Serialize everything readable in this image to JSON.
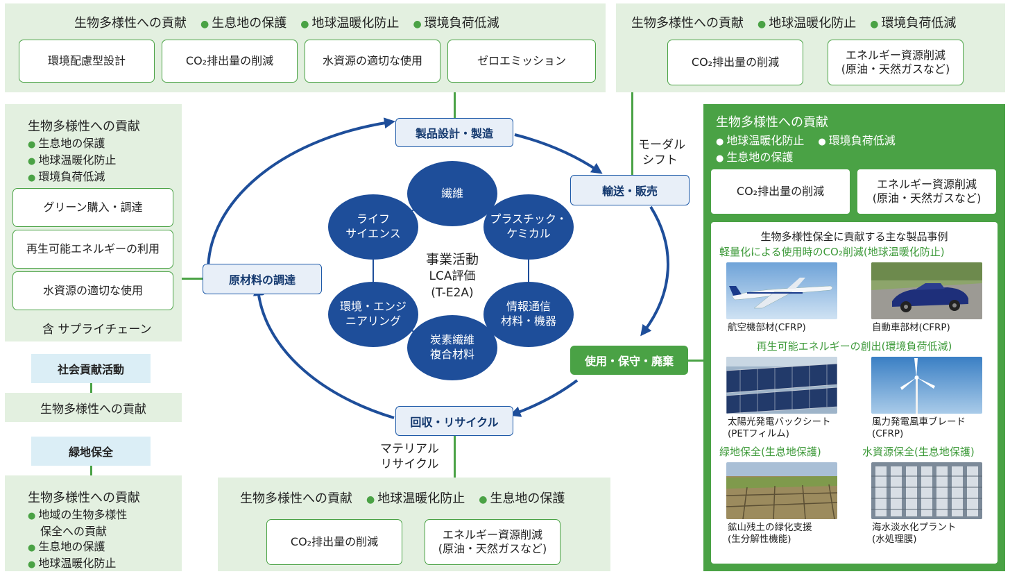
{
  "common": {
    "biodiversity": "生物多様性への貢献",
    "habitat": "生息地の保護",
    "warming": "地球温暖化防止",
    "env_load": "環境負荷低減",
    "co2": "CO₂排出量の削減",
    "energy_line1": "エネルギー資源削減",
    "energy_line2": "(原油・天然ガスなど)",
    "water": "水資源の適切な使用"
  },
  "top_left": {
    "boxes": [
      "環境配慮型設計",
      "CO₂排出量の削減",
      "水資源の適切な使用",
      "ゼロエミッション"
    ]
  },
  "left_panel": {
    "boxes": [
      "グリーン購入・調達",
      "再生可能エネルギーの利用",
      "水資源の適切な使用"
    ],
    "footer": "含 サプライチェーン"
  },
  "social": {
    "label": "社会貢献活動",
    "text": "生物多様性への貢献"
  },
  "greenland": {
    "label": "緑地保全",
    "bullet_1a": "地域の生物多様性",
    "bullet_1b": "保全への貢献"
  },
  "stages": {
    "design": "製品設計・製造",
    "transport": "輸送・販売",
    "use": "使用・保守・廃棄",
    "recycle": "回収・リサイクル",
    "procure": "原材料の調達"
  },
  "modal": {
    "line1": "モーダル",
    "line2": "シフト"
  },
  "material": {
    "line1": "マテリアル",
    "line2": "リサイクル"
  },
  "center": {
    "line1": "事業活動",
    "line2": "LCA評価",
    "line3": "(T-E2A)"
  },
  "circles": [
    {
      "l1": "繊維",
      "l2": ""
    },
    {
      "l1": "プラスチック・",
      "l2": "ケミカル"
    },
    {
      "l1": "情報通信",
      "l2": "材料・機器"
    },
    {
      "l1": "炭素繊維",
      "l2": "複合材料"
    },
    {
      "l1": "環境・エンジ",
      "l2": "ニアリング"
    },
    {
      "l1": "ライフ",
      "l2": "サイエンス"
    }
  ],
  "products": {
    "title": "生物多様性保全に貢献する主な製品事例",
    "sec1": "軽量化による使用時のCO₂削減(地球温暖化防止)",
    "sec2": "再生可能エネルギーの創出(環境負荷低減)",
    "sec3a": "緑地保全(生息地保護)",
    "sec3b": "水資源保全(生息地保護)",
    "items": [
      {
        "l1": "航空機部材(CFRP)",
        "l2": ""
      },
      {
        "l1": "自動車部材(CFRP)",
        "l2": ""
      },
      {
        "l1": "太陽光発電バックシート",
        "l2": "(PETフィルム)"
      },
      {
        "l1": "風力発電風車ブレード",
        "l2": "(CFRP)"
      },
      {
        "l1": "鉱山残土の緑化支援",
        "l2": "(生分解性機能)"
      },
      {
        "l1": "海水淡水化プラント",
        "l2": "(水処理膜)"
      }
    ]
  },
  "colors": {
    "green": "#4aa245",
    "light_green": "#e3f0e0",
    "navy": "#1e4e9a",
    "light_blue": "#dbeef6"
  }
}
